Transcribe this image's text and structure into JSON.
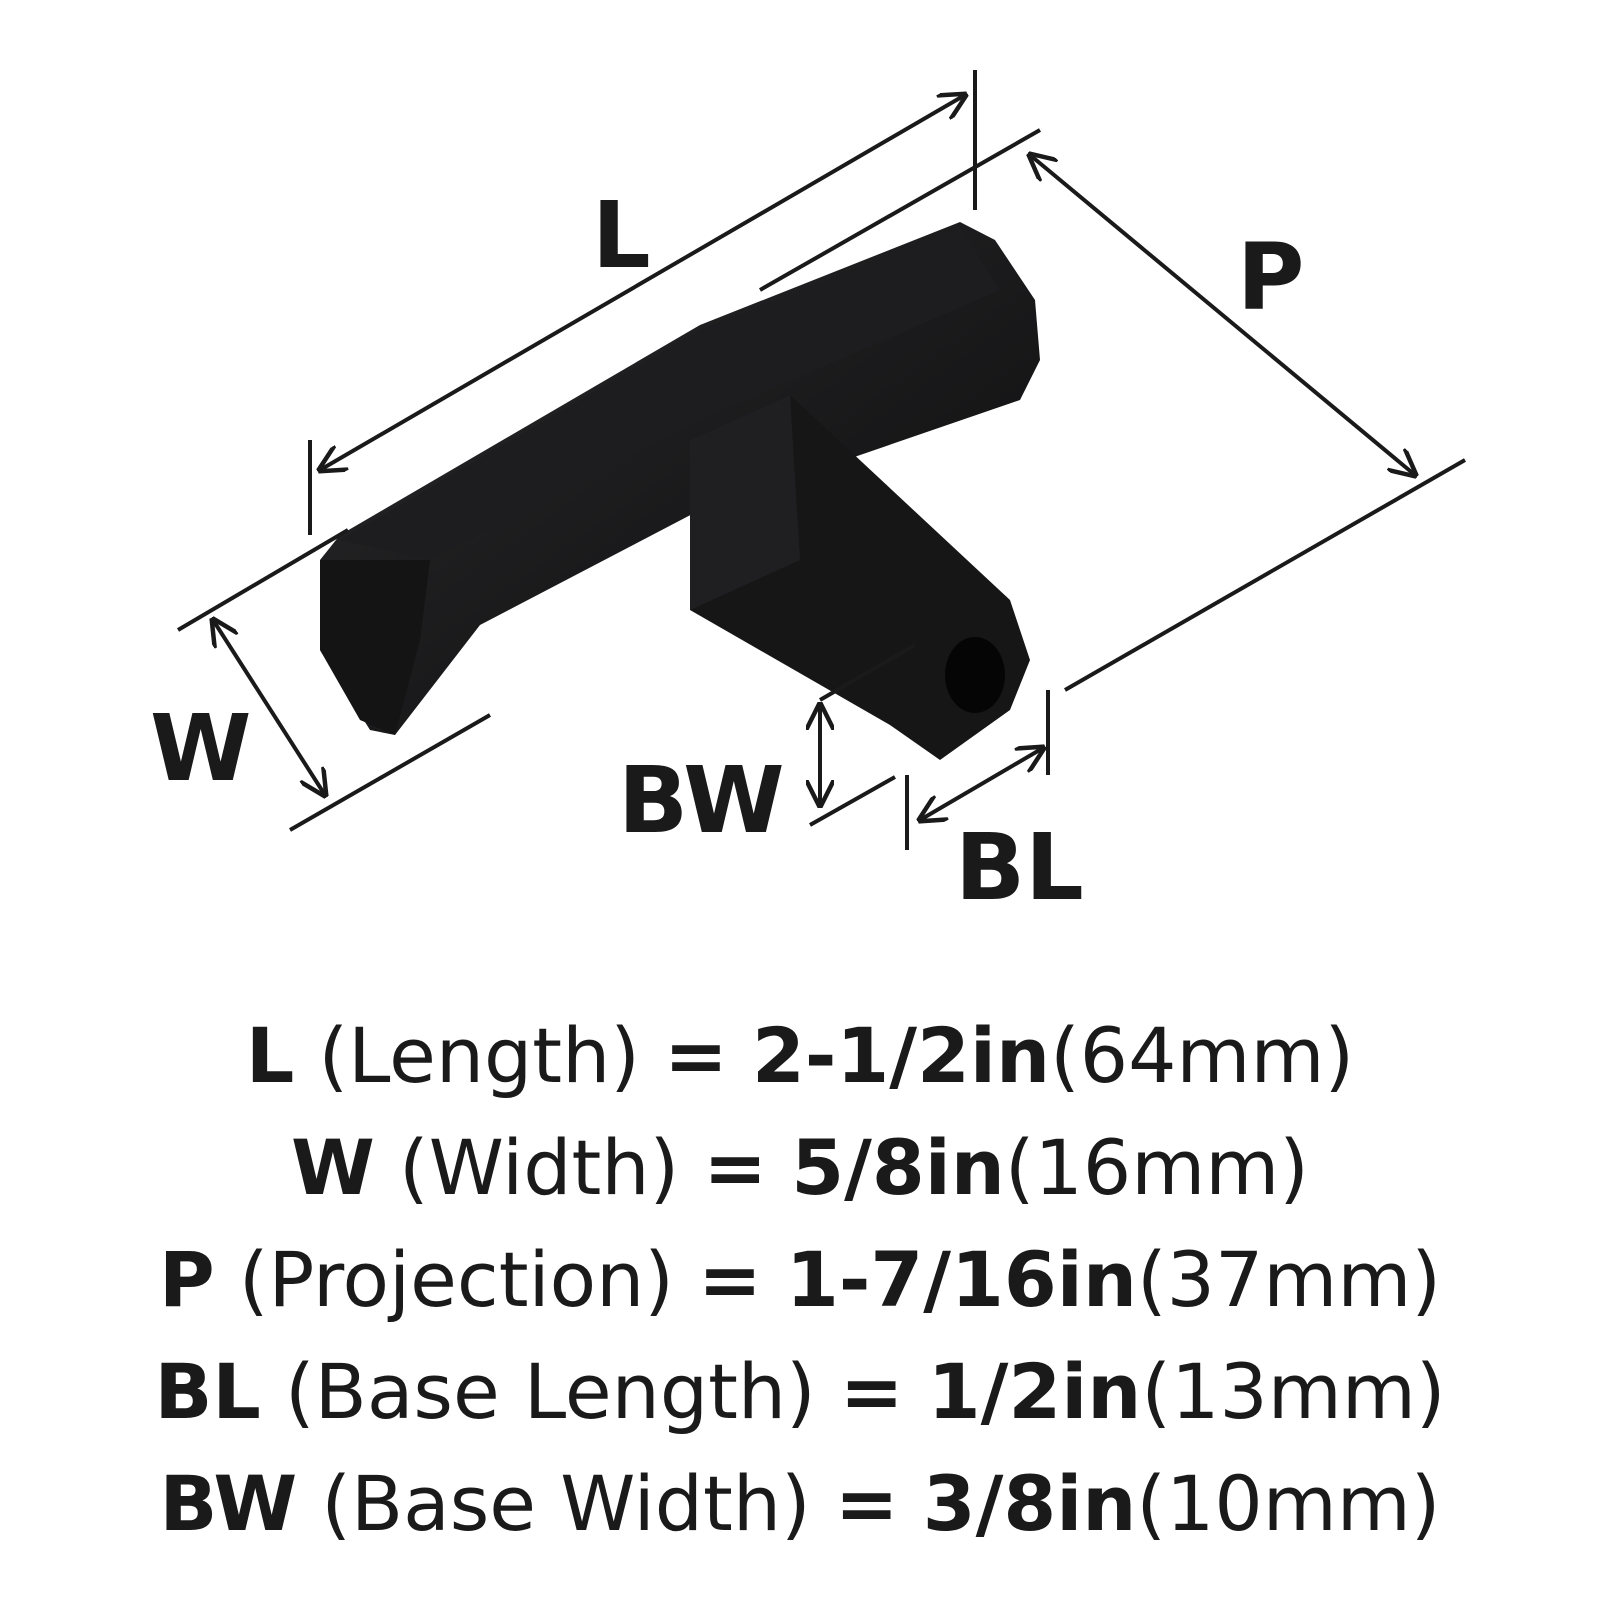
{
  "diagram": {
    "labels": {
      "L": "L",
      "P": "P",
      "W": "W",
      "BW": "BW",
      "BL": "BL"
    }
  },
  "specs": [
    {
      "code": "L",
      "name": "(Length)",
      "eq": "=",
      "imperial": "2-1/2in",
      "metric": "(64mm)"
    },
    {
      "code": "W",
      "name": "(Width)",
      "eq": "=",
      "imperial": "5/8in",
      "metric": "(16mm)"
    },
    {
      "code": "P",
      "name": "(Projection)",
      "eq": "=",
      "imperial": "1-7/16in",
      "metric": "(37mm)"
    },
    {
      "code": "BL",
      "name": "(Base Length)",
      "eq": "=",
      "imperial": "1/2in",
      "metric": "(13mm)"
    },
    {
      "code": "BW",
      "name": "(Base Width)",
      "eq": "=",
      "imperial": "3/8in",
      "metric": "(10mm)"
    }
  ],
  "colors": {
    "product": "#111111",
    "ink": "#1a1a1a",
    "background": "#ffffff"
  }
}
